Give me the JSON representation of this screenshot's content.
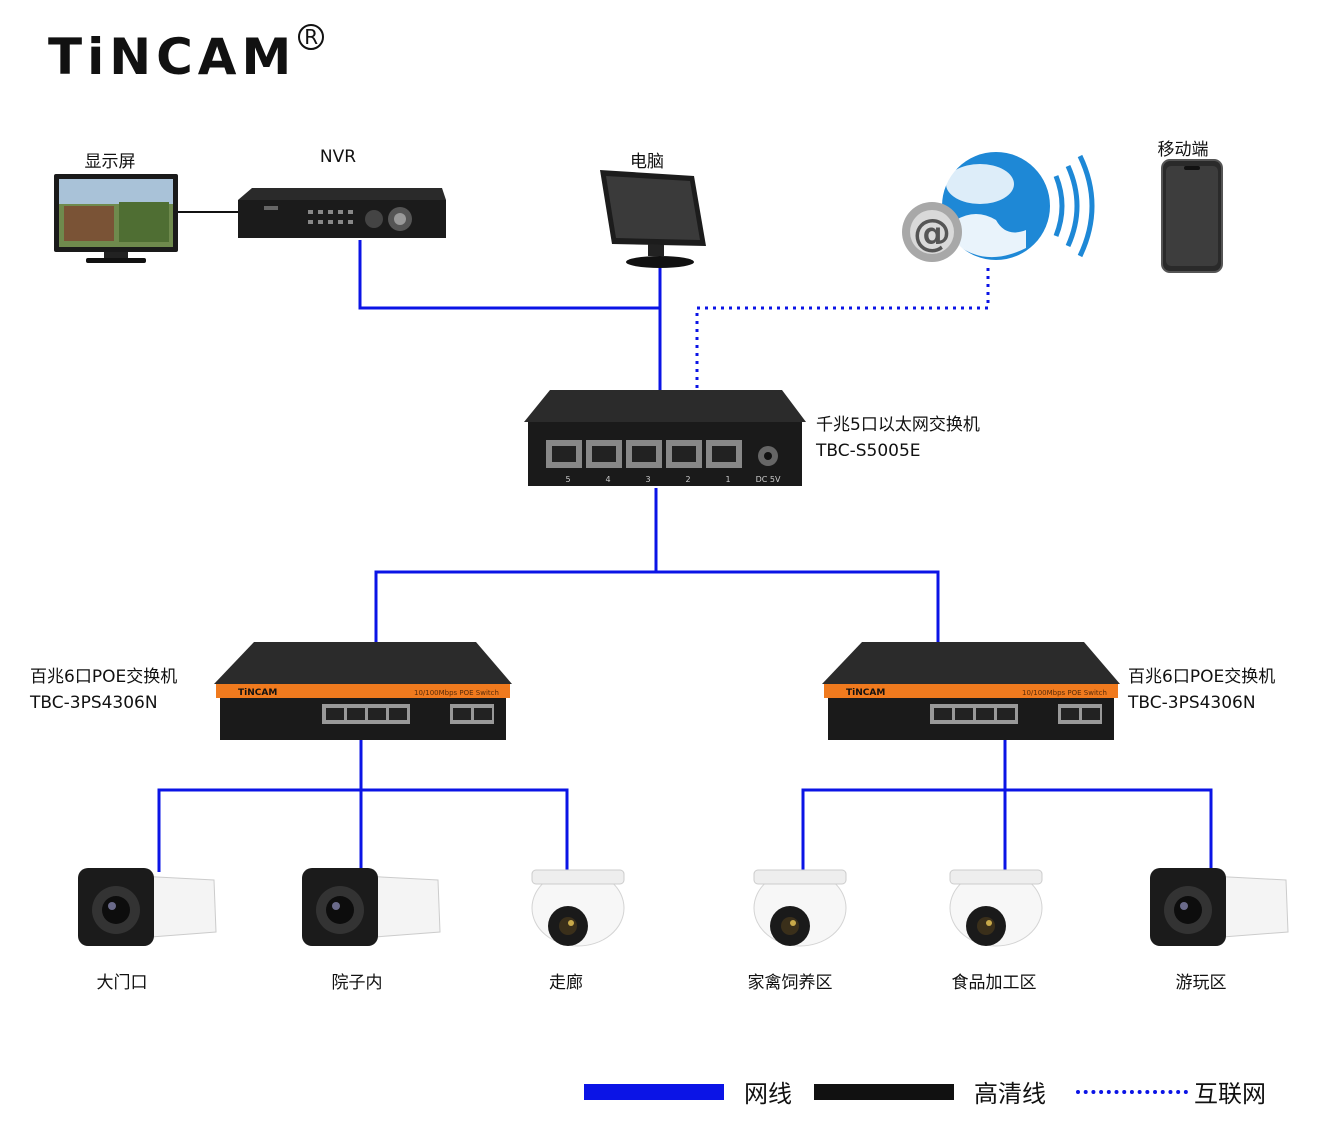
{
  "brand": {
    "name": "TiNCAM",
    "registered": "R",
    "badge": "TiNCAM"
  },
  "devices": {
    "monitor": "显示屏",
    "nvr": "NVR",
    "pc": "电脑",
    "mobile": "移动端"
  },
  "core_switch": {
    "name": "千兆5口以太网交换机",
    "model": "TBC-S5005E",
    "ports": [
      "5",
      "4",
      "3",
      "2",
      "1"
    ],
    "power": "DC 5V"
  },
  "poe_left": {
    "name": "百兆6口POE交换机",
    "model": "TBC-3PS4306N",
    "strip": "10/100Mbps POE Switch"
  },
  "poe_right": {
    "name": "百兆6口POE交换机",
    "model": "TBC-3PS4306N",
    "strip": "10/100Mbps POE Switch"
  },
  "cameras": [
    "大门口",
    "院子内",
    "走廊",
    "家禽饲养区",
    "食品加工区",
    "游玩区"
  ],
  "legend": {
    "lan": "网线",
    "hd": "高清线",
    "internet": "互联网"
  },
  "colors": {
    "lan": "#0b14e6",
    "hd": "#111111",
    "internet": "#0b14e6",
    "switch_orange": "#f07a1e",
    "globe": "#1e88d6"
  }
}
